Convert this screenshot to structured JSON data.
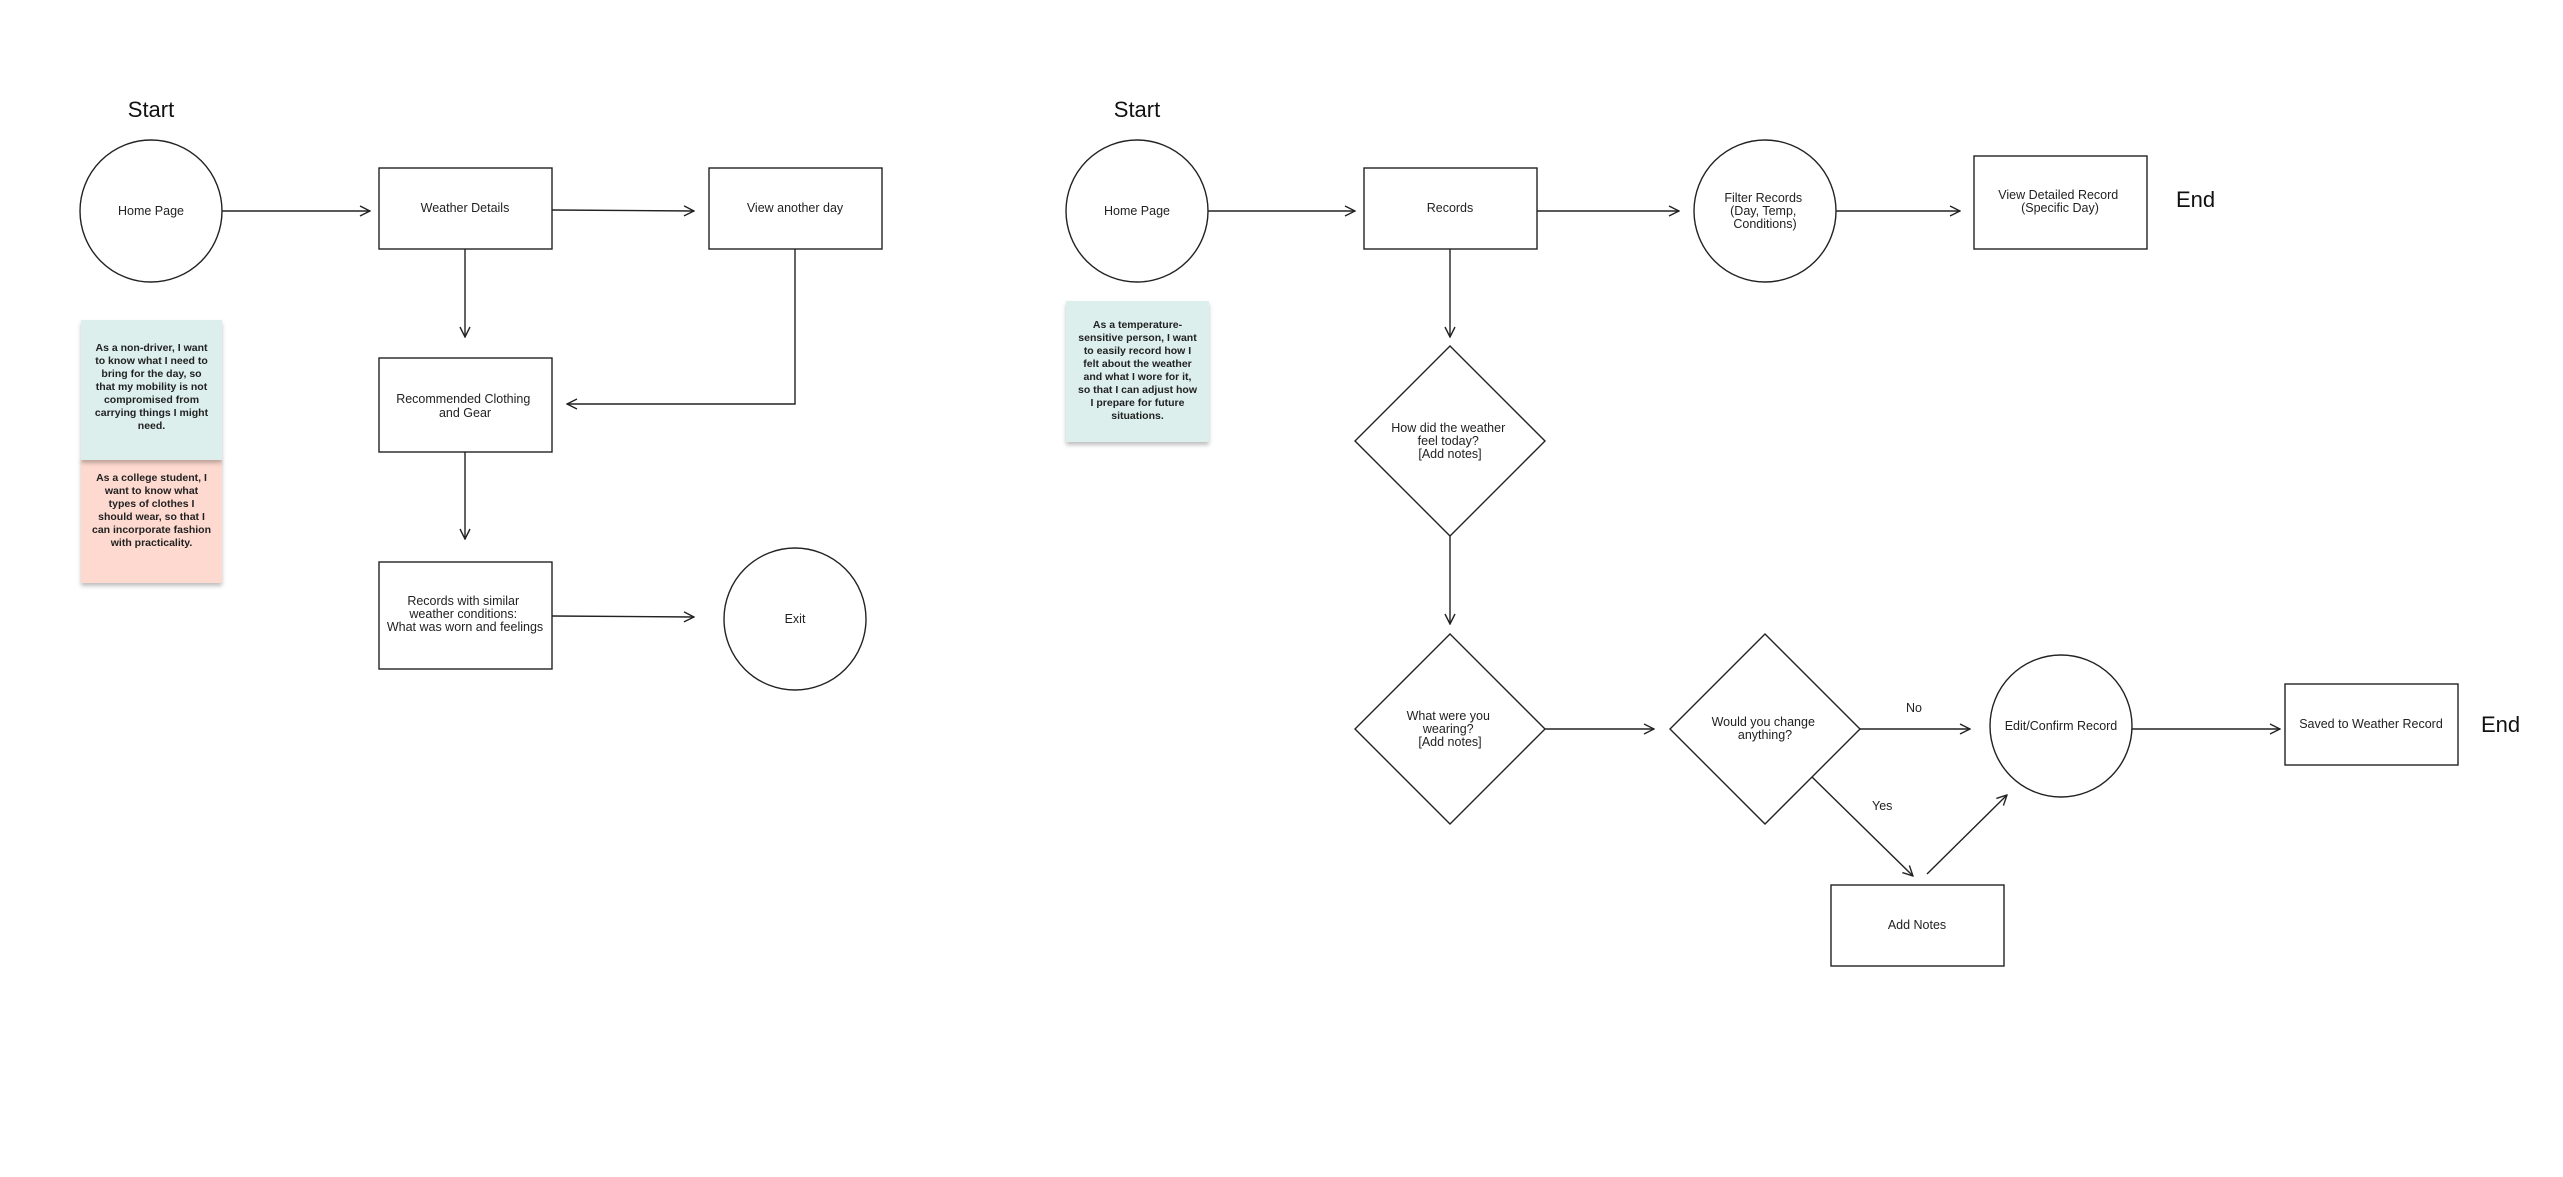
{
  "colors": {
    "stroke": "#222222",
    "sticky_teal": "#dcefec",
    "sticky_peach": "#fdd9cf"
  },
  "left_flow": {
    "start_label": "Start",
    "home": "Home Page",
    "weather_details": "Weather Details",
    "view_another_day": "View another day",
    "recommended": [
      "Recommended Clothing",
      "and Gear"
    ],
    "records_similar": [
      "Records with similar",
      "weather conditions:",
      "What was worn and feelings"
    ],
    "exit": "Exit"
  },
  "right_flow": {
    "start_label": "Start",
    "home": "Home Page",
    "records": "Records",
    "filter": [
      "Filter Records",
      "(Day, Temp,",
      "Conditions)"
    ],
    "view_detailed": [
      "View Detailed Record",
      "(Specific Day)"
    ],
    "end_top": "End",
    "how_feel": [
      "How did the weather",
      "feel today?",
      "[Add notes]"
    ],
    "what_wearing": [
      "What were you",
      "wearing?",
      "[Add notes]"
    ],
    "change": [
      "Would you change",
      "anything?"
    ],
    "no_label": "No",
    "yes_label": "Yes",
    "edit_confirm": "Edit/Confirm Record",
    "saved": "Saved to Weather Record",
    "end_bottom": "End",
    "add_notes": "Add Notes"
  },
  "stickies": {
    "non_driver": "As a non-driver, I want to know what I need to bring for the day, so that my mobility is not compromised from carrying things I might need.",
    "college_student": "As a college student, I want to know what types of clothes I should wear, so that I can incorporate fashion with practicality.",
    "temperature_sensitive": "As a temperature-sensitive person, I want to easily record how I felt about the weather and what I wore for it, so that I can adjust how I prepare for future situations."
  }
}
